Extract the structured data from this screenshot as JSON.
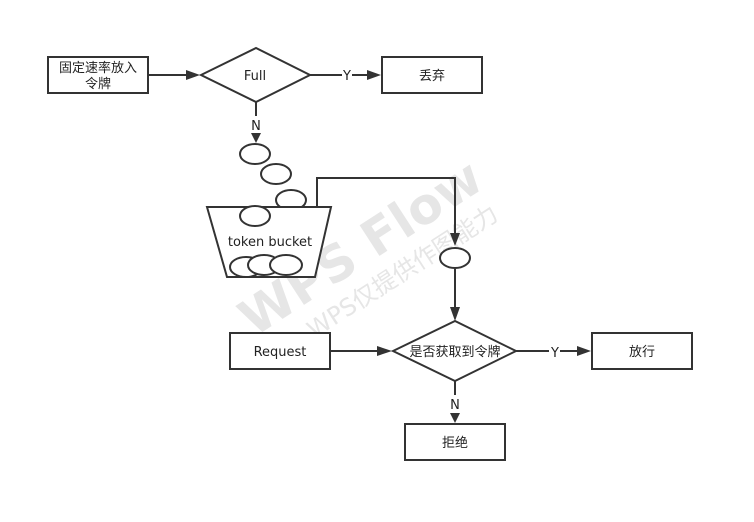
{
  "watermark": {
    "title": "WPS Flow",
    "subtitle": "WPS仅提供作图能力"
  },
  "nodes": {
    "fixed_rate_line1": "固定速率放入",
    "fixed_rate_line2": "令牌",
    "full_decision": "Full",
    "discard": "丢弃",
    "bucket": "token bucket",
    "request": "Request",
    "get_token_decision": "是否获取到令牌",
    "allow": "放行",
    "reject": "拒绝"
  },
  "edge_labels": {
    "full_yes": "Y",
    "full_no": "N",
    "get_yes": "Y",
    "get_no": "N"
  }
}
